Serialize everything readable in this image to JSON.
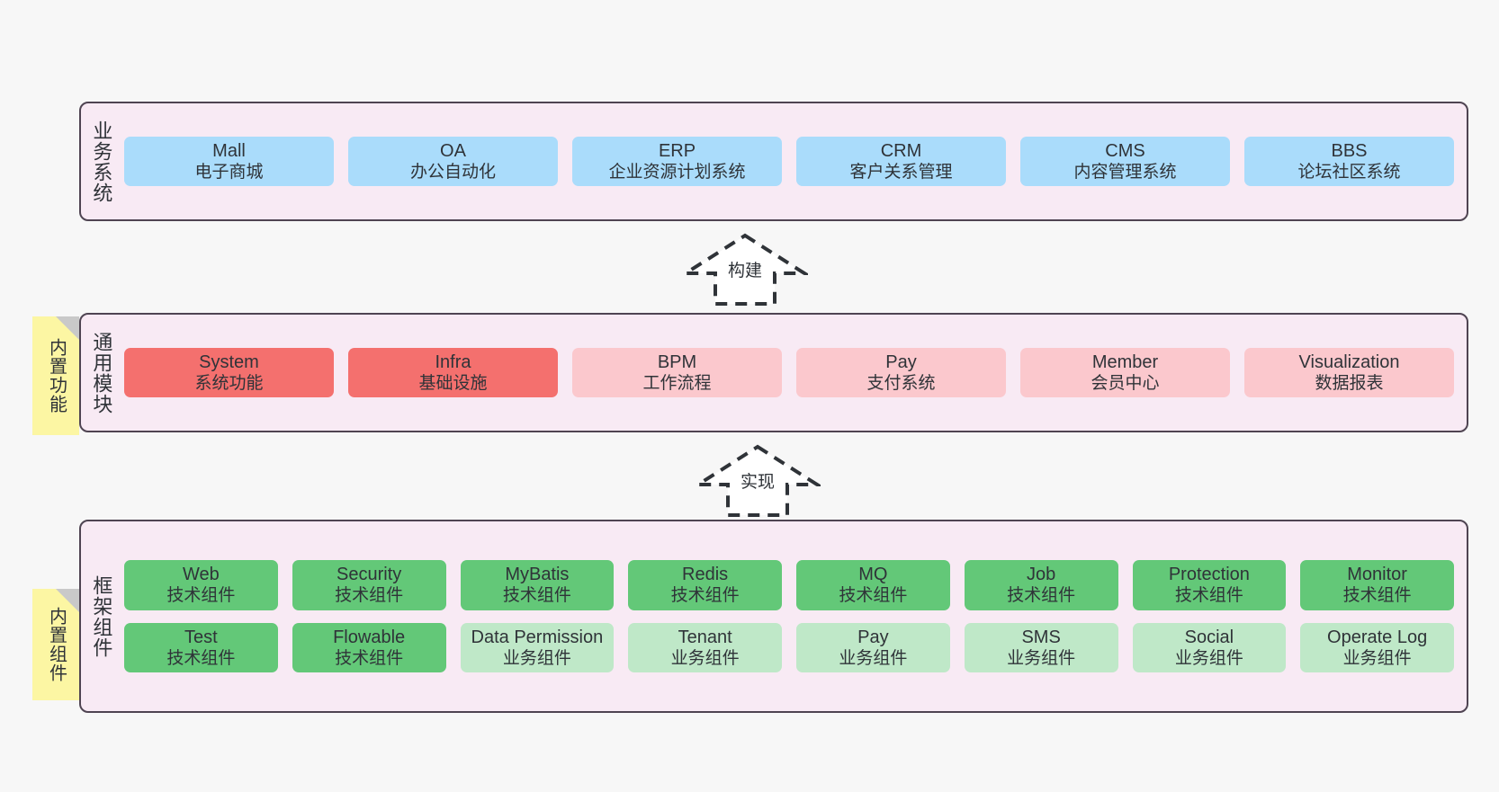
{
  "diagram": {
    "background_color": "#f7f7f7",
    "container_fill": "#f8eaf4",
    "container_border": "#4f4452",
    "sticky_fill": "#fcf6a3"
  },
  "layers": [
    {
      "id": "business-systems",
      "title": "业务系统",
      "color": "#aadcfb",
      "rows": [
        [
          {
            "name": "Mall",
            "desc": "电子商城"
          },
          {
            "name": "OA",
            "desc": "办公自动化"
          },
          {
            "name": "ERP",
            "desc": "企业资源计划系统"
          },
          {
            "name": "CRM",
            "desc": "客户关系管理"
          },
          {
            "name": "CMS",
            "desc": "内容管理系统"
          },
          {
            "name": "BBS",
            "desc": "论坛社区系统"
          }
        ]
      ]
    },
    {
      "id": "common-modules",
      "title": "通用模块",
      "sticky": "内置功能",
      "rows": [
        [
          {
            "name": "System",
            "desc": "系统功能",
            "color": "#f4706e"
          },
          {
            "name": "Infra",
            "desc": "基础设施",
            "color": "#f4706e"
          },
          {
            "name": "BPM",
            "desc": "工作流程",
            "color": "#fbc8cd"
          },
          {
            "name": "Pay",
            "desc": "支付系统",
            "color": "#fbc8cd"
          },
          {
            "name": "Member",
            "desc": "会员中心",
            "color": "#fbc8cd"
          },
          {
            "name": "Visualization",
            "desc": "数据报表",
            "color": "#fbc8cd"
          }
        ]
      ]
    },
    {
      "id": "framework-components",
      "title": "框架组件",
      "sticky": "内置组件",
      "rows": [
        [
          {
            "name": "Web",
            "desc": "技术组件",
            "color": "#63c878"
          },
          {
            "name": "Security",
            "desc": "技术组件",
            "color": "#63c878"
          },
          {
            "name": "MyBatis",
            "desc": "技术组件",
            "color": "#63c878"
          },
          {
            "name": "Redis",
            "desc": "技术组件",
            "color": "#63c878"
          },
          {
            "name": "MQ",
            "desc": "技术组件",
            "color": "#63c878"
          },
          {
            "name": "Job",
            "desc": "技术组件",
            "color": "#63c878"
          },
          {
            "name": "Protection",
            "desc": "技术组件",
            "color": "#63c878"
          },
          {
            "name": "Monitor",
            "desc": "技术组件",
            "color": "#63c878"
          }
        ],
        [
          {
            "name": "Test",
            "desc": "技术组件",
            "color": "#63c878"
          },
          {
            "name": "Flowable",
            "desc": "技术组件",
            "color": "#63c878"
          },
          {
            "name": "Data Permission",
            "desc": "业务组件",
            "color": "#bfe8c8",
            "wrap": true
          },
          {
            "name": "Tenant",
            "desc": "业务组件",
            "color": "#bfe8c8"
          },
          {
            "name": "Pay",
            "desc": "业务组件",
            "color": "#bfe8c8"
          },
          {
            "name": "SMS",
            "desc": "业务组件",
            "color": "#bfe8c8"
          },
          {
            "name": "Social",
            "desc": "业务组件",
            "color": "#bfe8c8"
          },
          {
            "name": "Operate Log",
            "desc": "业务组件",
            "color": "#bfe8c8"
          }
        ]
      ]
    }
  ],
  "connectors": [
    {
      "id": "build",
      "label": "构建"
    },
    {
      "id": "implement",
      "label": "实现"
    }
  ]
}
